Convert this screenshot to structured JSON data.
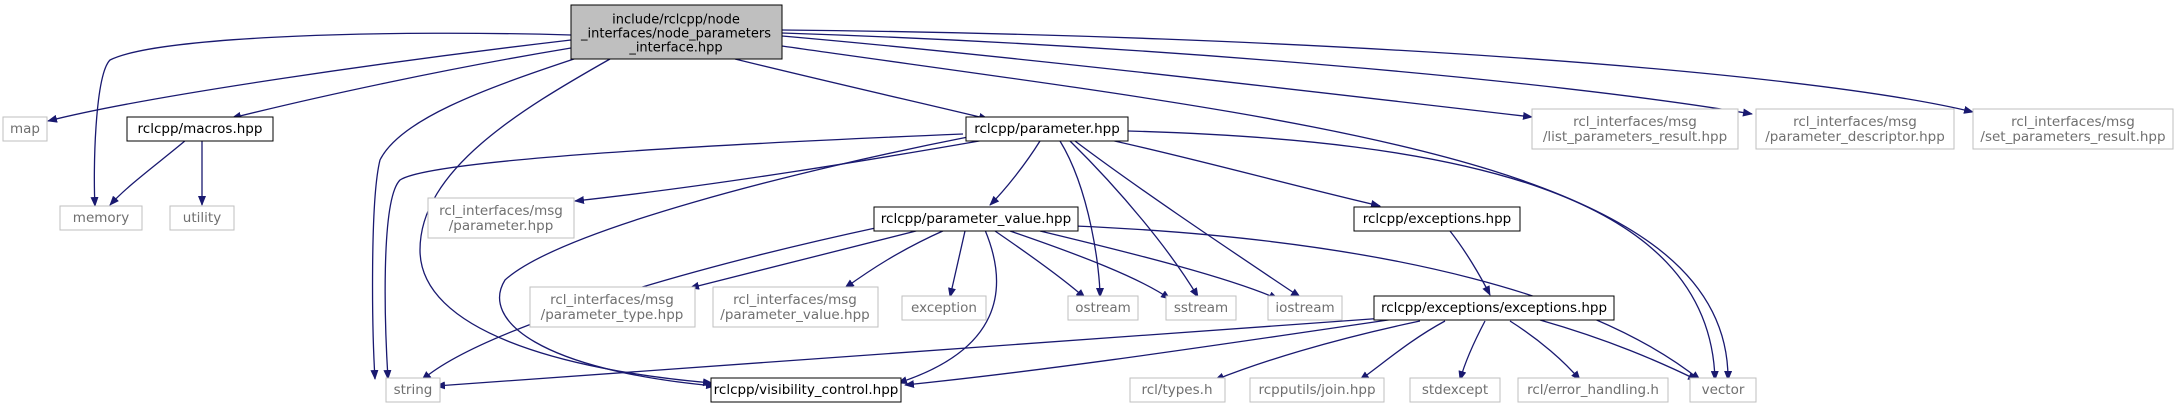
{
  "colors": {
    "edge": "#191970",
    "root_fill": "#bfbfbf",
    "internal_border": "#000000",
    "external_border": "#bfbfbf",
    "background": "#ffffff"
  },
  "nodes": {
    "root": {
      "lines": [
        "include/rclcpp/node",
        "_interfaces/node_parameters",
        "_interface.hpp"
      ]
    },
    "map": {
      "lines": [
        "map"
      ]
    },
    "macros": {
      "lines": [
        "rclcpp/macros.hpp"
      ]
    },
    "memory": {
      "lines": [
        "memory"
      ]
    },
    "utility": {
      "lines": [
        "utility"
      ]
    },
    "string": {
      "lines": [
        "string"
      ]
    },
    "visibility": {
      "lines": [
        "rclcpp/visibility_control.hpp"
      ]
    },
    "parameter": {
      "lines": [
        "rclcpp/parameter.hpp"
      ]
    },
    "msg_parameter": {
      "lines": [
        "rcl_interfaces/msg",
        "/parameter.hpp"
      ]
    },
    "parameter_value": {
      "lines": [
        "rclcpp/parameter_value.hpp"
      ]
    },
    "msg_parameter_type": {
      "lines": [
        "rcl_interfaces/msg",
        "/parameter_type.hpp"
      ]
    },
    "msg_parameter_value": {
      "lines": [
        "rcl_interfaces/msg",
        "/parameter_value.hpp"
      ]
    },
    "exception": {
      "lines": [
        "exception"
      ]
    },
    "ostream": {
      "lines": [
        "ostream"
      ]
    },
    "sstream": {
      "lines": [
        "sstream"
      ]
    },
    "iostream": {
      "lines": [
        "iostream"
      ]
    },
    "exceptions_hpp": {
      "lines": [
        "rclcpp/exceptions.hpp"
      ]
    },
    "exceptions_exceptions": {
      "lines": [
        "rclcpp/exceptions/exceptions.hpp"
      ]
    },
    "types": {
      "lines": [
        "rcl/types.h"
      ]
    },
    "join": {
      "lines": [
        "rcpputils/join.hpp"
      ]
    },
    "stdexcept": {
      "lines": [
        "stdexcept"
      ]
    },
    "error_handling": {
      "lines": [
        "rcl/error_handling.h"
      ]
    },
    "vector": {
      "lines": [
        "vector"
      ]
    },
    "list_result": {
      "lines": [
        "rcl_interfaces/msg",
        "/list_parameters_result.hpp"
      ]
    },
    "descriptor": {
      "lines": [
        "rcl_interfaces/msg",
        "/parameter_descriptor.hpp"
      ]
    },
    "set_result": {
      "lines": [
        "rcl_interfaces/msg",
        "/set_parameters_result.hpp"
      ]
    }
  },
  "edges": [
    [
      "root",
      "map"
    ],
    [
      "root",
      "macros"
    ],
    [
      "root",
      "memory"
    ],
    [
      "root",
      "string"
    ],
    [
      "root",
      "visibility"
    ],
    [
      "root",
      "parameter"
    ],
    [
      "root",
      "vector"
    ],
    [
      "root",
      "list_result"
    ],
    [
      "root",
      "descriptor"
    ],
    [
      "root",
      "set_result"
    ],
    [
      "macros",
      "memory"
    ],
    [
      "macros",
      "utility"
    ],
    [
      "parameter",
      "string"
    ],
    [
      "parameter",
      "visibility"
    ],
    [
      "parameter",
      "msg_parameter"
    ],
    [
      "parameter",
      "parameter_value"
    ],
    [
      "parameter",
      "exceptions_hpp"
    ],
    [
      "parameter",
      "ostream"
    ],
    [
      "parameter",
      "sstream"
    ],
    [
      "parameter",
      "iostream"
    ],
    [
      "parameter",
      "vector"
    ],
    [
      "parameter_value",
      "string"
    ],
    [
      "parameter_value",
      "visibility"
    ],
    [
      "parameter_value",
      "msg_parameter_type"
    ],
    [
      "parameter_value",
      "msg_parameter_value"
    ],
    [
      "parameter_value",
      "exception"
    ],
    [
      "parameter_value",
      "ostream"
    ],
    [
      "parameter_value",
      "sstream"
    ],
    [
      "parameter_value",
      "iostream"
    ],
    [
      "parameter_value",
      "vector"
    ],
    [
      "exceptions_hpp",
      "exceptions_exceptions"
    ],
    [
      "exceptions_exceptions",
      "string"
    ],
    [
      "exceptions_exceptions",
      "visibility"
    ],
    [
      "exceptions_exceptions",
      "types"
    ],
    [
      "exceptions_exceptions",
      "join"
    ],
    [
      "exceptions_exceptions",
      "stdexcept"
    ],
    [
      "exceptions_exceptions",
      "error_handling"
    ],
    [
      "exceptions_exceptions",
      "vector"
    ]
  ]
}
